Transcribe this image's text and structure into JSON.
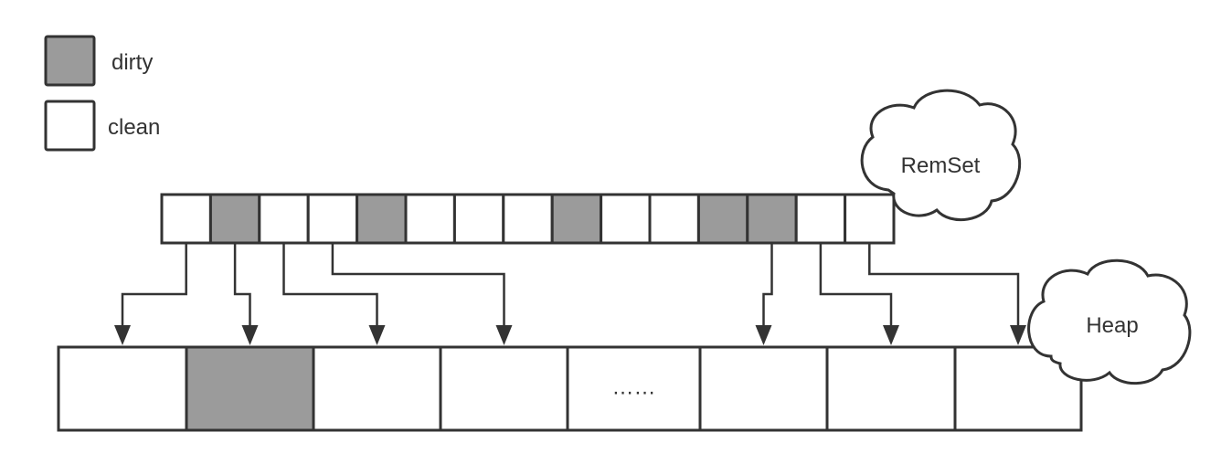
{
  "colors": {
    "dirty": "#9b9b9b",
    "clean": "#ffffff",
    "stroke": "#333333"
  },
  "legend": [
    {
      "state": "dirty",
      "label": "dirty"
    },
    {
      "state": "clean",
      "label": "clean"
    }
  ],
  "remset": {
    "label": "RemSet",
    "cards": [
      "clean",
      "dirty",
      "clean",
      "clean",
      "dirty",
      "clean",
      "clean",
      "clean",
      "dirty",
      "clean",
      "clean",
      "dirty",
      "dirty",
      "clean",
      "clean"
    ]
  },
  "heap": {
    "label": "Heap",
    "regions": [
      {
        "state": "clean",
        "text": ""
      },
      {
        "state": "dirty",
        "text": ""
      },
      {
        "state": "clean",
        "text": ""
      },
      {
        "state": "clean",
        "text": ""
      },
      {
        "state": "clean",
        "text": "……"
      },
      {
        "state": "clean",
        "text": ""
      },
      {
        "state": "clean",
        "text": ""
      },
      {
        "state": "clean",
        "text": ""
      }
    ]
  },
  "links": [
    {
      "card": 0,
      "region": 0
    },
    {
      "card": 1,
      "region": 1
    },
    {
      "card": 2,
      "region": 2
    },
    {
      "card": 3,
      "region": 3
    },
    {
      "card": 12,
      "region": 5
    },
    {
      "card": 13,
      "region": 6
    },
    {
      "card": 14,
      "region": 7
    }
  ]
}
